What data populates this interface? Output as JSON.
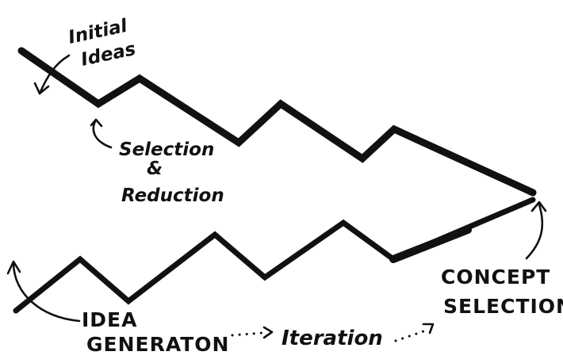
{
  "labels": {
    "initial_ideas_1": "Initial",
    "initial_ideas_2": "Ideas",
    "selection_1": "Selection",
    "selection_2": "&",
    "selection_3": "Reduction",
    "idea_gen_1": "IDEA",
    "idea_gen_2": "GENERATON",
    "iteration": "Iteration",
    "concept_1": "CONCEPT",
    "concept_2": "SELECTION"
  },
  "colors": {
    "ink": "#111111",
    "background": "#ffffff"
  }
}
